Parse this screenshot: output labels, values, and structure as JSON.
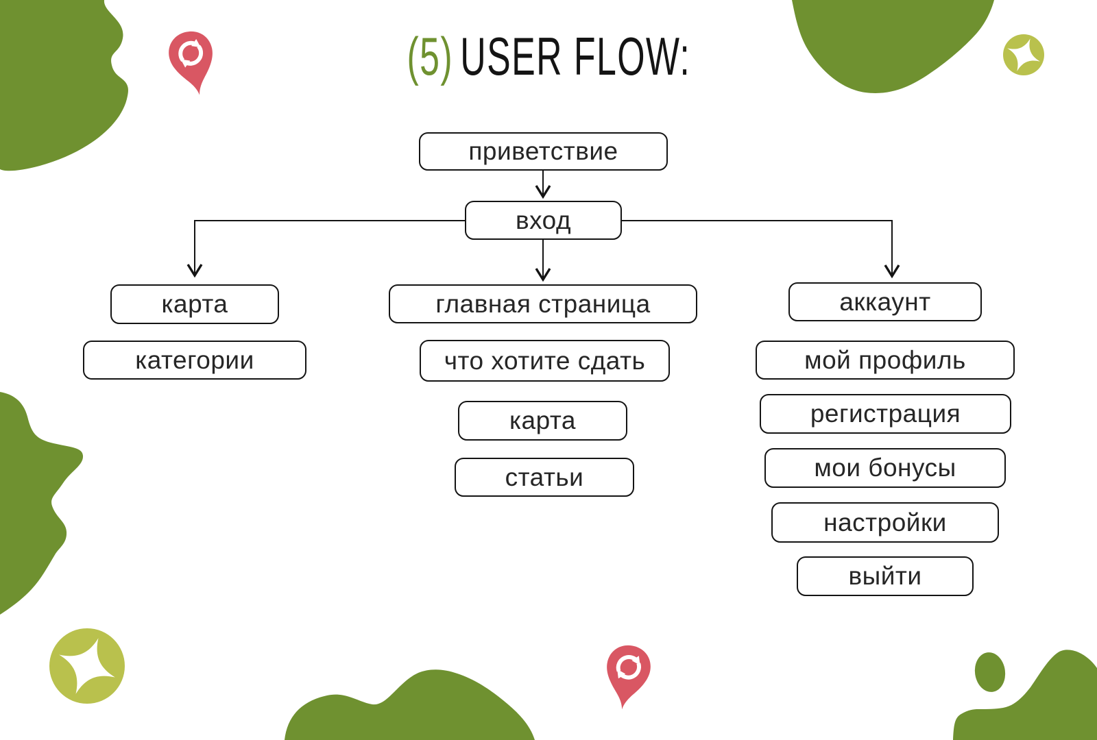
{
  "title": {
    "number": "(5)",
    "text": "USER FLOW:"
  },
  "flow": {
    "nodes": {
      "greeting": "приветствие",
      "entry": "вход",
      "map": "карта",
      "categories": "категории",
      "home": "главная страница",
      "what_to_recycle": "что хотите сдать",
      "home_map": "карта",
      "articles": "статьи",
      "account": "аккаунт",
      "my_profile": "мой профиль",
      "registration": "регистрация",
      "my_bonuses": "мои бонусы",
      "settings": "настройки",
      "logout": "выйти"
    }
  },
  "icons": {
    "pin": "recycle-pin-icon",
    "sparkle": "sparkle-icon"
  },
  "palette": {
    "olive_green": "#6f9130",
    "chartreuse": "#b9c14d",
    "coral_red": "#d95763",
    "ink": "#141414",
    "background": "#ffffff"
  }
}
